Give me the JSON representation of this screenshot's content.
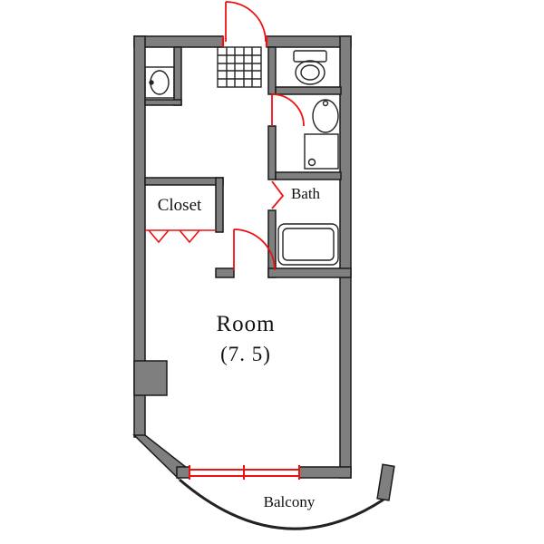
{
  "floorplan": {
    "labels": {
      "closet": "Closet",
      "bath": "Bath",
      "room": "Room",
      "room_area": "(7. 5)",
      "balcony": "Balcony"
    },
    "colors": {
      "background": "#ffffff",
      "wall_fill": "#7f7f7f",
      "wall_outline": "#1a1a1a",
      "fixture_line": "#222222",
      "door_red": "#ee1111"
    },
    "icons": [
      "entrance-door-swing-icon",
      "entry-tile-grid-icon",
      "toilet-icon",
      "washbasin-icon",
      "washing-machine-icon",
      "bathtub-icon",
      "bath-folding-door-icon",
      "room-door-swing-icon",
      "closet-folding-doors-icon",
      "window-icon",
      "balcony-railing-icon",
      "utility-sink-icon"
    ]
  }
}
